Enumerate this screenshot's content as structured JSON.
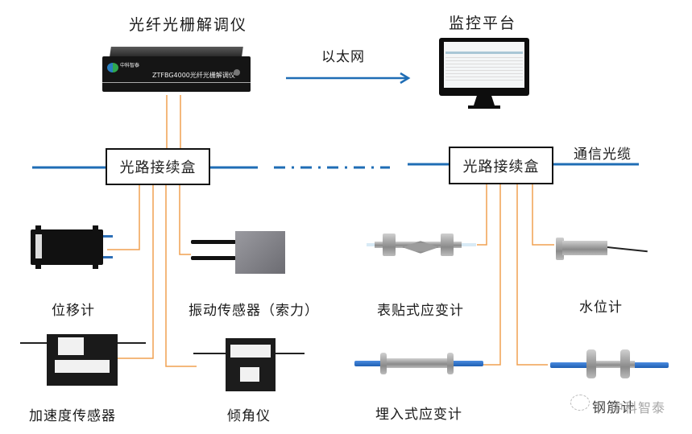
{
  "diagram": {
    "title_demodulator": "光纤光栅解调仪",
    "demodulator_model": "ZTFBG4000光纤光栅解调仪",
    "demodulator_brand": "中科智泰",
    "title_monitor": "监控平台",
    "ethernet_label": "以太网",
    "cable_label": "通信光缆",
    "splice_box_left": "光路接续盒",
    "splice_box_right": "光路接续盒",
    "sensors": [
      {
        "id": "displacement",
        "label": "位移计"
      },
      {
        "id": "vibration",
        "label": "振动传感器（索力）"
      },
      {
        "id": "accelerometer",
        "label": "加速度传感器"
      },
      {
        "id": "inclinometer",
        "label": "倾角仪"
      },
      {
        "id": "surface-strain",
        "label": "表贴式应变计"
      },
      {
        "id": "water-level",
        "label": "水位计"
      },
      {
        "id": "embedded-strain",
        "label": "埋入式应变计"
      },
      {
        "id": "rebar-meter",
        "label": "钢筋计"
      }
    ],
    "watermark": "中科智泰",
    "colors": {
      "optical_cable": "#1f6db5",
      "fiber_lead": "#f0a050",
      "box_border": "#111111"
    }
  }
}
